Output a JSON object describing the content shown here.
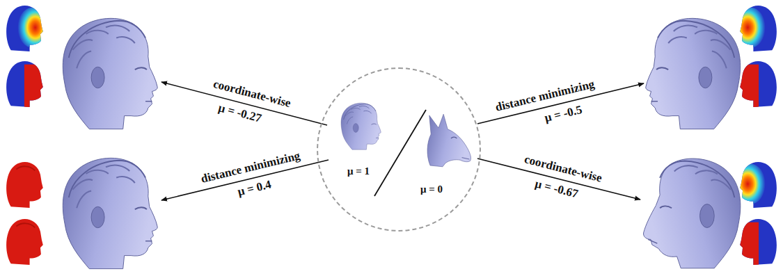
{
  "diagram": {
    "nodes": [
      {
        "text": [
          "μ = 1",
          "μ = 0"
        ]
      }
    ],
    "labels": [
      "coordinate-wise",
      "μ = -0.27",
      "distance minimizing",
      "μ = 0.4",
      "distance minimizing",
      "μ = -0.5",
      "coordinate-wise",
      "μ = -0.67"
    ]
  }
}
